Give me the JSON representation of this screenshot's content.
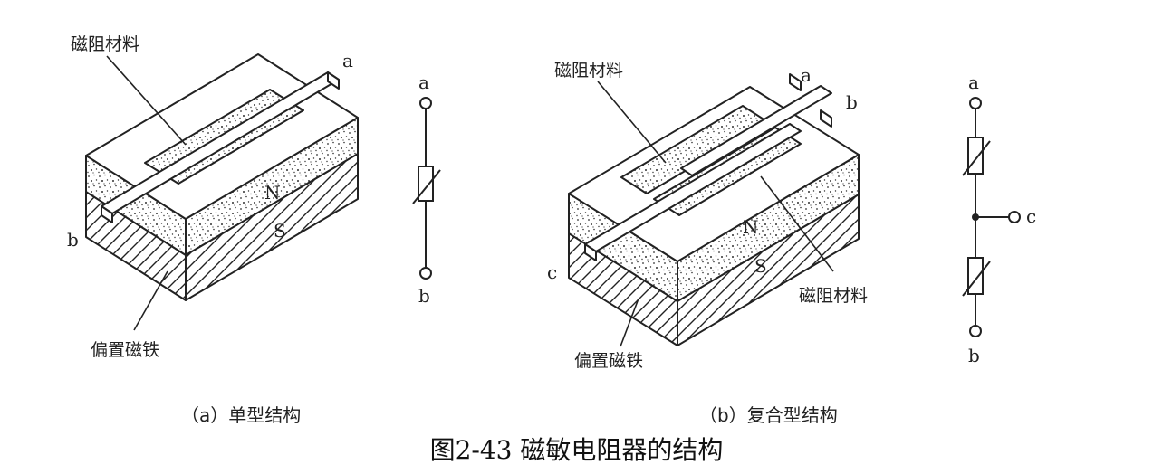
{
  "figure_title": "图2-43 磁敏电阻器的结构",
  "panel_a": {
    "caption": "（a）单型结构",
    "label_material": "磁阻材料",
    "label_magnet": "偏置磁铁",
    "terminal_a": "a",
    "terminal_b": "b",
    "pole_n": "N",
    "pole_s": "S",
    "symbol_a": "a",
    "symbol_b": "b"
  },
  "panel_b": {
    "caption": "（b）复合型结构",
    "label_material_top": "磁阻材料",
    "label_material_bottom": "磁阻材料",
    "label_magnet": "偏置磁铁",
    "terminal_a": "a",
    "terminal_b": "b",
    "terminal_c": "c",
    "pole_n": "N",
    "pole_s": "S",
    "symbol_a": "a",
    "symbol_b": "b",
    "symbol_c": "c"
  }
}
